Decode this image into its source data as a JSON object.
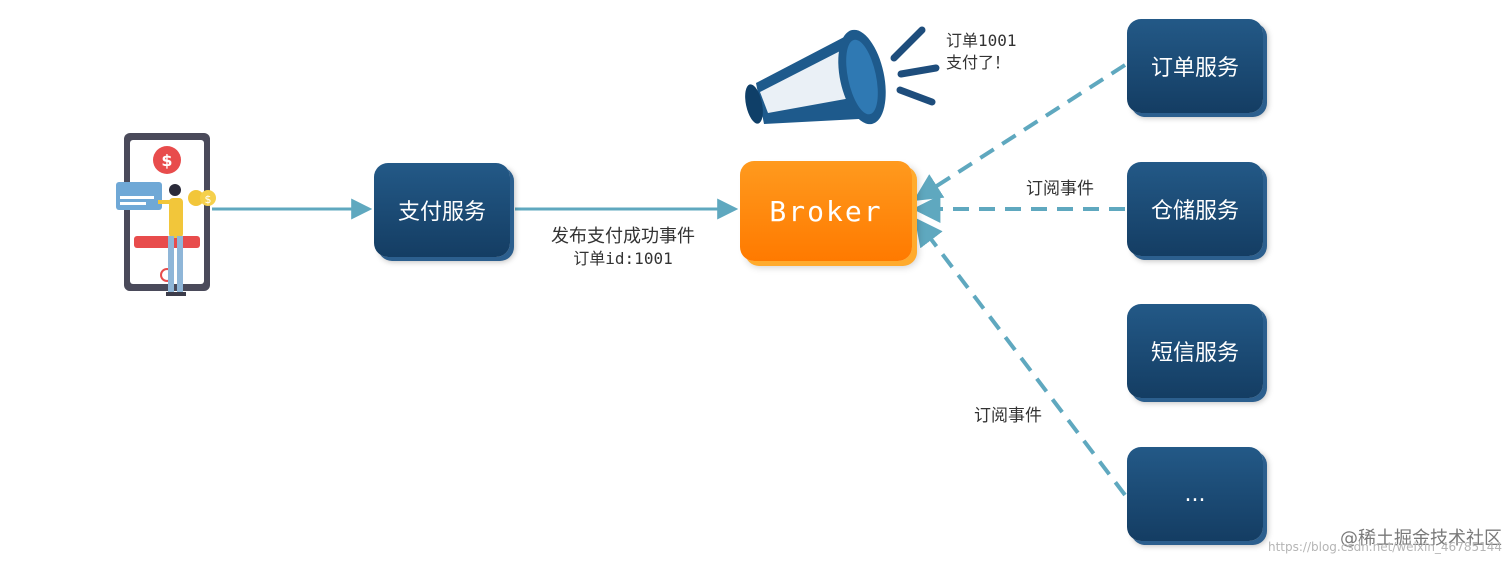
{
  "nodes": {
    "payment": "支付服务",
    "broker": "Broker",
    "order": "订单服务",
    "warehouse": "仓储服务",
    "sms": "短信服务",
    "more": "..."
  },
  "labels": {
    "publish_line1": "发布支付成功事件",
    "publish_line2": "订单id:1001",
    "subscribe_top": "订阅事件",
    "subscribe_bottom": "订阅事件",
    "announce_line1": "订单1001",
    "announce_line2": "支付了！"
  },
  "watermark": {
    "brand": "@稀土掘金技术社区",
    "url": "https://blog.csdn.net/weixin_46785144"
  },
  "icons": {
    "user": "mobile-payment-user-icon",
    "announcer": "megaphone-icon",
    "currency": "dollar-icon"
  },
  "colors": {
    "service_box": "#1d4b77",
    "broker_box": "#ff8a0d",
    "arrow": "#5fa8bf",
    "text": "#333333"
  }
}
